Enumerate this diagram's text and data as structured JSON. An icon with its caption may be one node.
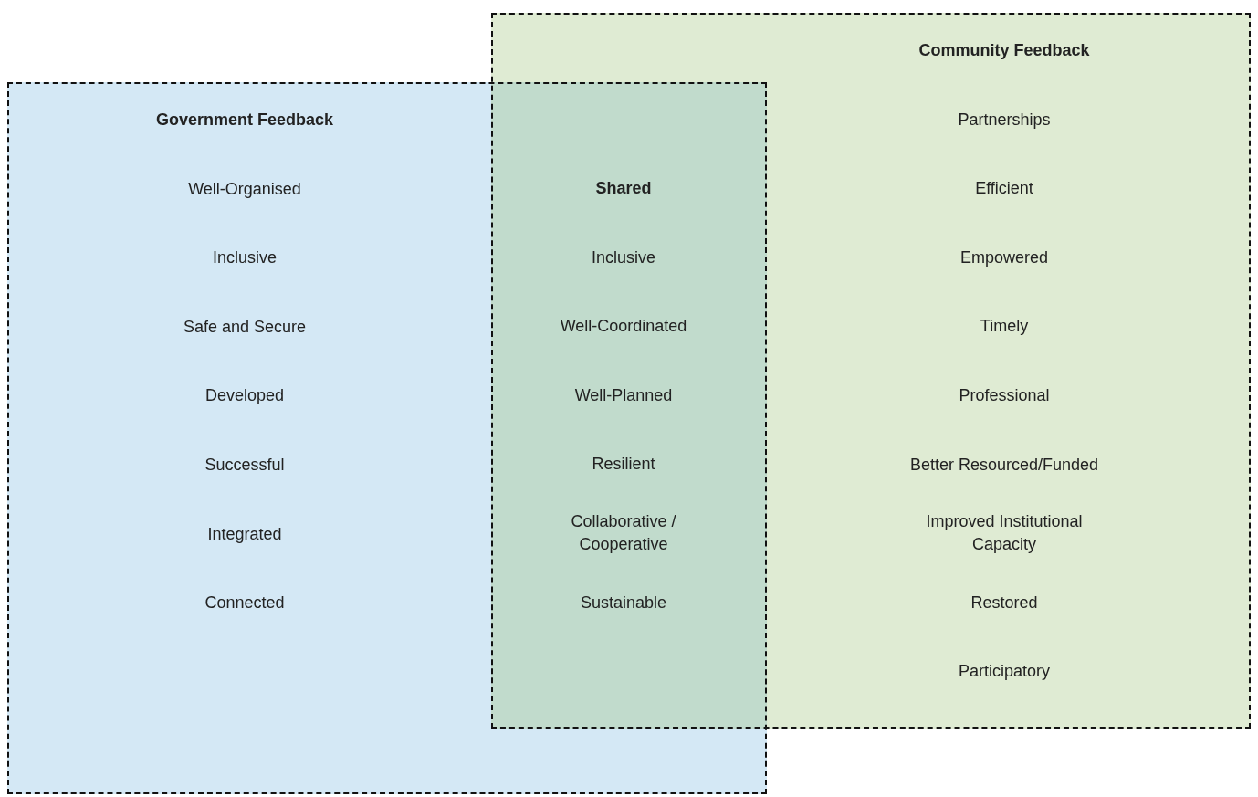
{
  "diagram": {
    "nodes": [
      {
        "text": [
          "Government Feedback",
          "Well-Organised",
          "Inclusive",
          "Safe and Secure",
          "Developed",
          "Successful",
          "Integrated",
          "Connected"
        ]
      },
      {
        "text": [
          "Shared",
          "Inclusive",
          "Well-Coordinated",
          "Well-Planned",
          "Resilient",
          "Collaborative / Cooperative",
          "Sustainable"
        ]
      },
      {
        "text": [
          "Community Feedback",
          "Partnerships",
          "Efficient",
          "Empowered",
          "Timely",
          "Professional",
          "Better Resourced/Funded",
          "Improved Institutional Capacity",
          "Restored",
          "Participatory"
        ]
      }
    ],
    "edges": []
  }
}
